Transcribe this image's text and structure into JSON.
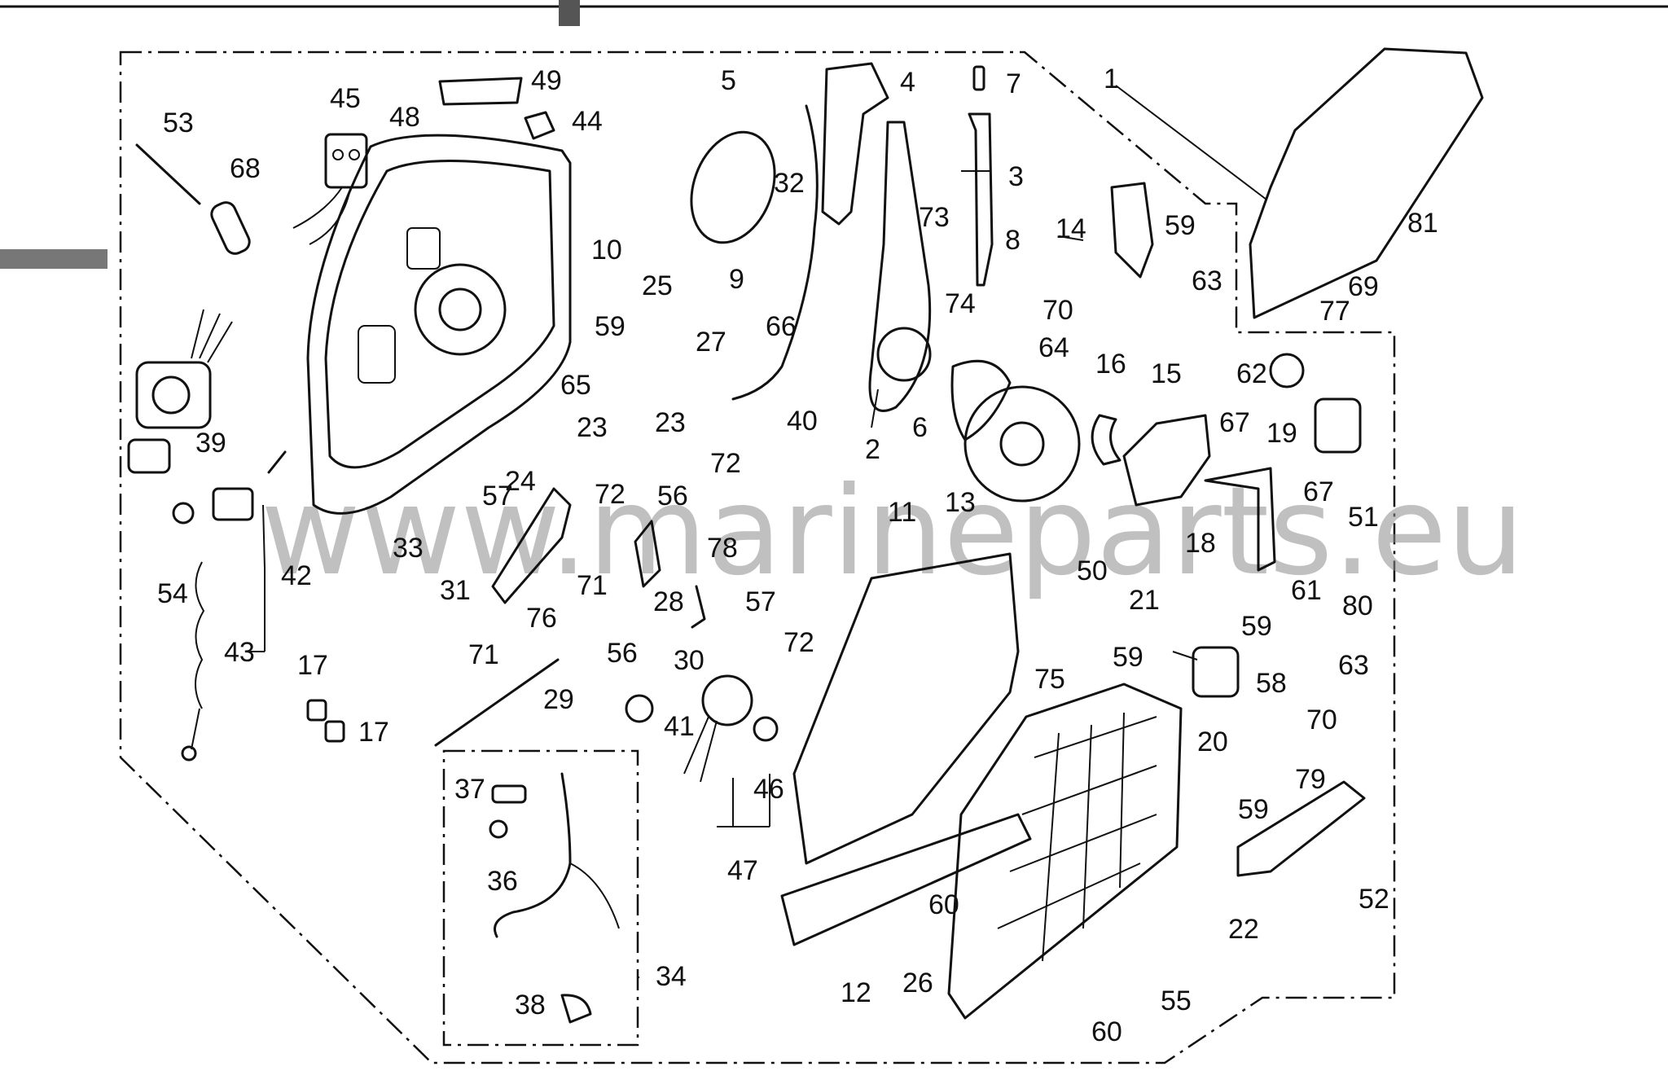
{
  "watermark": "www.marineparts.eu",
  "colors": {
    "ink": "#111111",
    "watermark": "#8e8e8e",
    "background": "#ffffff"
  },
  "callouts": {
    "n1": "1",
    "n2": "2",
    "n3": "3",
    "n4": "4",
    "n5": "5",
    "n6": "6",
    "n7": "7",
    "n8": "8",
    "n9": "9",
    "n10": "10",
    "n11": "11",
    "n12": "12",
    "n13": "13",
    "n14": "14",
    "n15": "15",
    "n16": "16",
    "n17a": "17",
    "n17b": "17",
    "n18": "18",
    "n19": "19",
    "n20": "20",
    "n21": "21",
    "n22": "22",
    "n23a": "23",
    "n23b": "23",
    "n24": "24",
    "n25": "25",
    "n26": "26",
    "n27": "27",
    "n28": "28",
    "n29": "29",
    "n30": "30",
    "n31": "31",
    "n32": "32",
    "n33": "33",
    "n34": "34",
    "n36": "36",
    "n37": "37",
    "n38": "38",
    "n39": "39",
    "n40": "40",
    "n41": "41",
    "n42": "42",
    "n43": "43",
    "n44": "44",
    "n45": "45",
    "n46": "46",
    "n47": "47",
    "n48": "48",
    "n49": "49",
    "n50": "50",
    "n51": "51",
    "n52": "52",
    "n53": "53",
    "n54": "54",
    "n55": "55",
    "n56a": "56",
    "n56b": "56",
    "n57a": "57",
    "n57b": "57",
    "n58": "58",
    "n59a": "59",
    "n59b": "59",
    "n59c": "59",
    "n59d": "59",
    "n59e": "59",
    "n60a": "60",
    "n60b": "60",
    "n61": "61",
    "n62": "62",
    "n63a": "63",
    "n63b": "63",
    "n64": "64",
    "n65": "65",
    "n66": "66",
    "n67a": "67",
    "n67b": "67",
    "n68": "68",
    "n69": "69",
    "n70a": "70",
    "n70b": "70",
    "n71a": "71",
    "n71b": "71",
    "n72a": "72",
    "n72b": "72",
    "n72c": "72",
    "n73": "73",
    "n74": "74",
    "n75": "75",
    "n76": "76",
    "n77": "77",
    "n78": "78",
    "n79": "79",
    "n80": "80",
    "n81": "81"
  }
}
